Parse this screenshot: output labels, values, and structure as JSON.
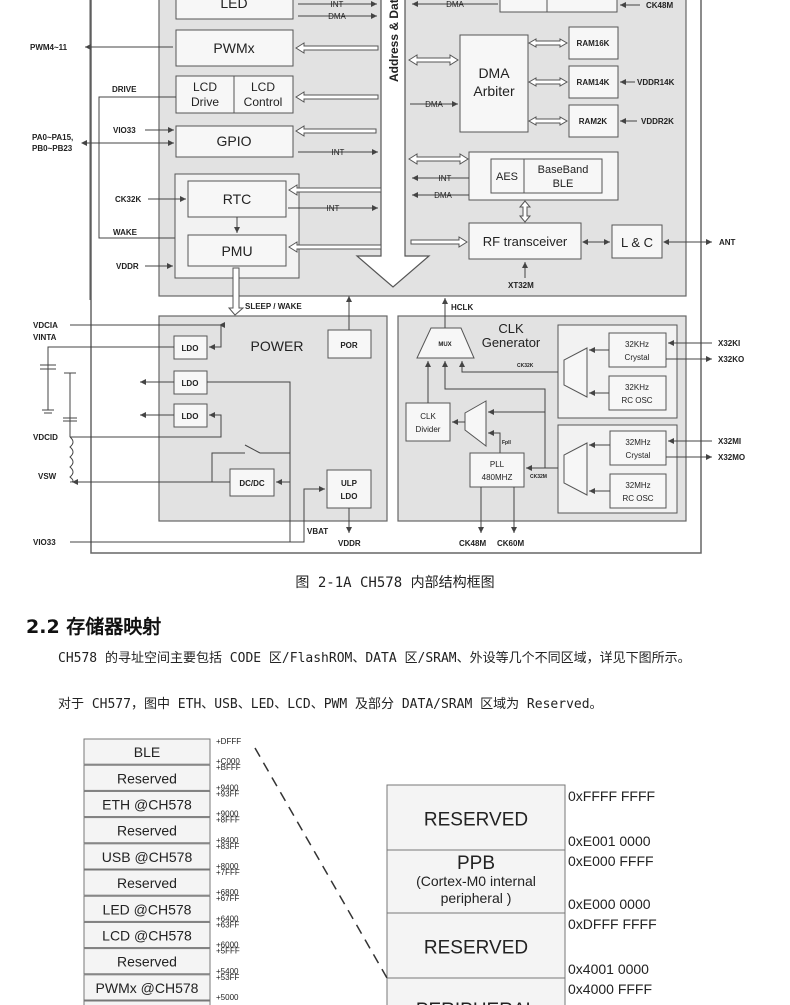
{
  "figure": {
    "bus_label": "Address & Data",
    "blocks": {
      "led": "LED",
      "pwmx": "PWMx",
      "lcd_drive": [
        "LCD",
        "Drive"
      ],
      "lcd_control": [
        "LCD",
        "Control"
      ],
      "gpio": "GPIO",
      "rtc": "RTC",
      "pmu": "PMU",
      "dma_arbiter": [
        "DMA",
        "Arbiter"
      ],
      "ram16k": "RAM16K",
      "ram14k": "RAM14K",
      "ram2k": "RAM2K",
      "aes": "AES",
      "baseband": [
        "BaseBand",
        "BLE"
      ],
      "rf": "RF transceiver",
      "lc": "L & C",
      "power": "POWER",
      "ldo": "LDO",
      "por": "POR",
      "dcdc": "DC/DC",
      "ulp_ldo": [
        "ULP",
        "LDO"
      ],
      "clk_gen": [
        "CLK",
        "Generator"
      ],
      "mux": "MUX",
      "clk_divider": [
        "CLK",
        "Divider"
      ],
      "pll": [
        "PLL",
        "480MHZ"
      ],
      "xtal32k": [
        "32KHz",
        "Crystal"
      ],
      "rc32k": [
        "32KHz",
        "RC OSC"
      ],
      "xtal32m": [
        "32MHz",
        "Crystal"
      ],
      "rc32m": [
        "32MHz",
        "RC OSC"
      ]
    },
    "signals": {
      "int": "INT",
      "dma": "DMA",
      "pwm_out": "PWM4~11",
      "drive": "DRIVE",
      "vio33": "VIO33",
      "gpio_pins": [
        "PA0~PA15,",
        "PB0~PB23"
      ],
      "ck32k": "CK32K",
      "wake": "WAKE",
      "vddr": "VDDR",
      "ck48m": "CK48M",
      "vddr14k": "VDDR14K",
      "vddr2k": "VDDR2K",
      "ant": "ANT",
      "xt32m": "XT32M",
      "sleep_wake": "SLEEP / WAKE",
      "hclk": "HCLK",
      "vdcia": "VDCIA",
      "vinta": "VINTA",
      "vdcid": "VDCID",
      "vsw": "VSW",
      "vbat": "VBAT",
      "ck32k_small": "CK32K",
      "ck32m_small": "CK32M",
      "fpll": "Fpll",
      "x32ki": "X32KI",
      "x32ko": "X32KO",
      "x32mi": "X32MI",
      "x32mo": "X32MO",
      "ck60m": "CK60M"
    }
  },
  "caption": "图 2-1A CH578 内部结构框图",
  "section": {
    "heading": "2.2 存储器映射",
    "paragraphs": [
      "CH578 的寻址空间主要包括 CODE 区/FlashROM、DATA 区/SRAM、外设等几个不同区域，详见下图所示。",
      "对于 CH577，图中 ETH、USB、LED、LCD、PWM 及部分 DATA/SRAM 区域为 Reserved。"
    ]
  },
  "memory_map": {
    "peripheral_regions": [
      {
        "label": "BLE",
        "top": "+DFFF",
        "bottom": "+C000"
      },
      {
        "label": "Reserved",
        "top": "+BFFF",
        "bottom": "+9400"
      },
      {
        "label": "ETH @CH578",
        "top": "+93FF",
        "bottom": "+9000"
      },
      {
        "label": "Reserved",
        "top": "+8FFF",
        "bottom": "+8400"
      },
      {
        "label": "USB @CH578",
        "top": "+83FF",
        "bottom": "+8000"
      },
      {
        "label": "Reserved",
        "top": "+7FFF",
        "bottom": "+6800"
      },
      {
        "label": "LED @CH578",
        "top": "+67FF",
        "bottom": "+6400"
      },
      {
        "label": "LCD @CH578",
        "top": "+63FF",
        "bottom": "+6000"
      },
      {
        "label": "Reserved",
        "top": "+5FFF",
        "bottom": "+5400"
      },
      {
        "label": "PWMx @CH578",
        "top": "+53FF",
        "bottom": "+5000"
      }
    ],
    "main_regions": [
      {
        "label": [
          "RESERVED"
        ],
        "top": "0xFFFF FFFF",
        "bottom": "0xE001 0000"
      },
      {
        "label": [
          "PPB",
          "(Cortex-M0 internal",
          "peripheral )"
        ],
        "top": "0xE000 FFFF",
        "bottom": "0xE000 0000"
      },
      {
        "label": [
          "RESERVED"
        ],
        "top": "0xDFFF FFFF",
        "bottom": "0x4001 0000"
      },
      {
        "label": [
          "PERIPHERAL"
        ],
        "top": "0x4000 FFFF",
        "bottom": ""
      }
    ]
  }
}
